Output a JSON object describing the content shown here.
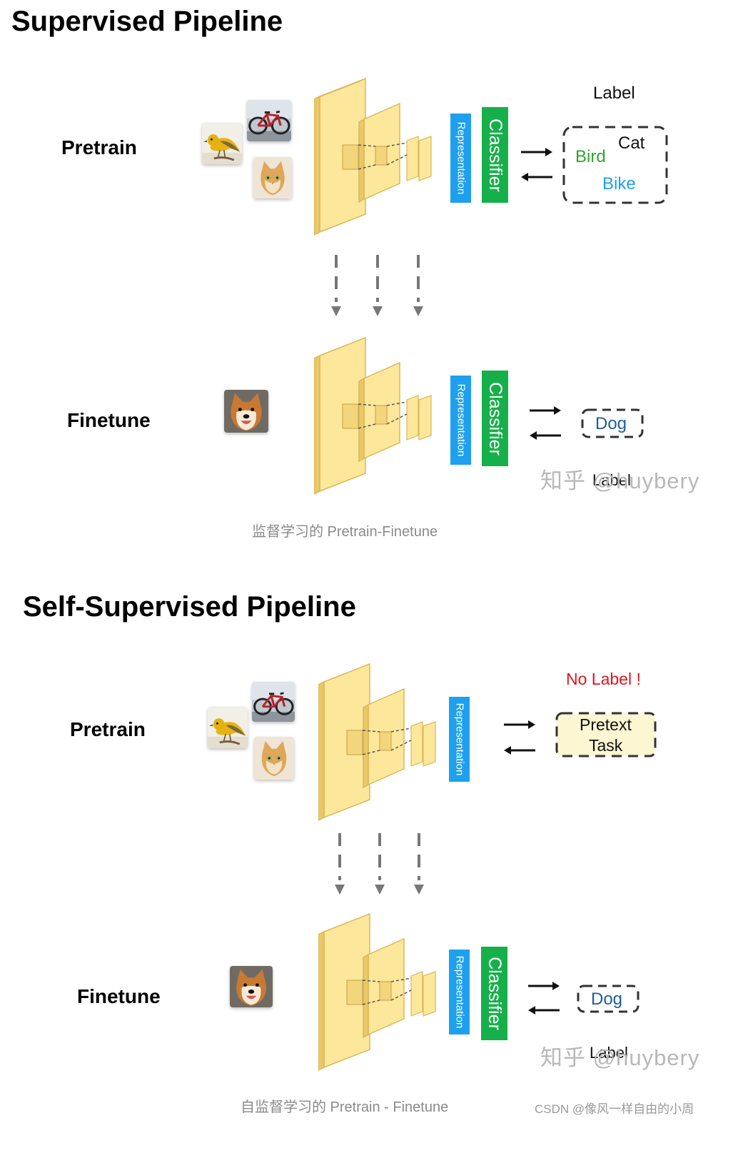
{
  "supervised": {
    "title": "Supervised Pipeline",
    "pretrain_label": "Pretrain",
    "finetune_label": "Finetune",
    "representation": "Representation",
    "classifier": "Classifier",
    "label_heading": "Label",
    "labels": [
      "Cat",
      "Bird",
      "Bike"
    ],
    "finetune_target": "Dog",
    "finetune_label_heading": "Label",
    "caption": "监督学习的 Pretrain-Finetune"
  },
  "self_supervised": {
    "title": "Self-Supervised Pipeline",
    "pretrain_label": "Pretrain",
    "finetune_label": "Finetune",
    "representation": "Representation",
    "classifier": "Classifier",
    "no_label": "No Label !",
    "pretext_line1": "Pretext",
    "pretext_line2": "Task",
    "finetune_target": "Dog",
    "finetune_label_heading": "Label",
    "caption": "自监督学习的 Pretrain - Finetune"
  },
  "watermark": {
    "zhihu": "知乎 @huybery",
    "csdn": "CSDN @像风一样自由的小周"
  },
  "colors": {
    "layer_fill": "#fde79a",
    "layer_side": "#e9c867",
    "representation_bg": "#1ea0ee",
    "classifier_bg": "#16b04a",
    "bird_text": "#33a532",
    "bike_text": "#1ea0ee",
    "dog_text": "#1e5d96",
    "no_label_text": "#e0141b",
    "pretext_bg": "#fdf6d2"
  },
  "icons": [
    "bird-photo",
    "bike-photo",
    "cat-photo",
    "dog-photo",
    "arrow-right-icon",
    "arrow-left-icon",
    "arrow-down-icon"
  ]
}
